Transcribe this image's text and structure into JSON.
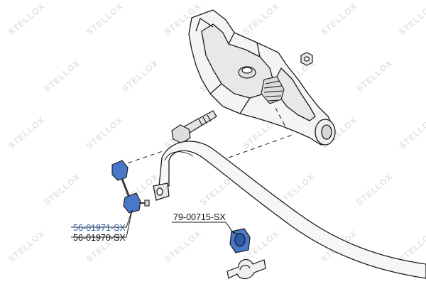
{
  "brand": {
    "watermark": "STELLOX",
    "watermark_color": "#e2e2e2"
  },
  "labels": {
    "stabilizer_link_primary": "56-01971-SX",
    "stabilizer_link_secondary": "56-01970-SX",
    "stabilizer_bushing": "79-00715-SX"
  },
  "colors": {
    "highlight_part": "#4a78c8",
    "highlight_label": "#2f5fa8",
    "line_art": "#1a1a1a",
    "part_fill": "#f4f4f4"
  }
}
